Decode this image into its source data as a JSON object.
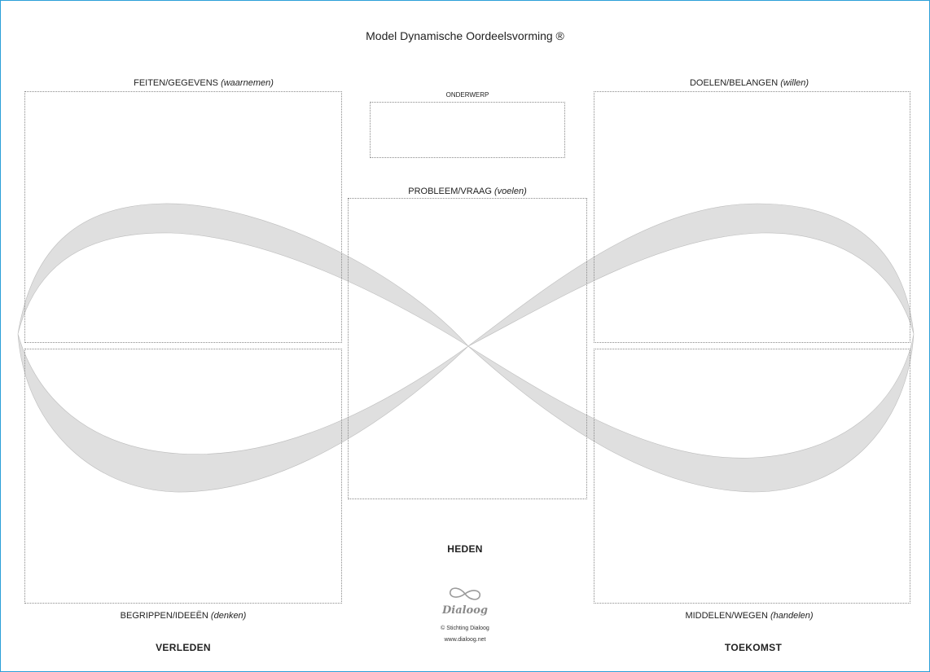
{
  "title": "Model Dynamische Oordeelsvorming ®",
  "quadrants": {
    "top_left": {
      "main": "FEITEN/GEGEVENS",
      "sub": "(waarnemen)"
    },
    "top_right": {
      "main": "DOELEN/BELANGEN",
      "sub": "(willen)"
    },
    "bottom_left": {
      "main": "BEGRIPPEN/IDEEËN",
      "sub": "(denken)"
    },
    "bottom_right": {
      "main": "MIDDELEN/WEGEN",
      "sub": "(handelen)"
    }
  },
  "center": {
    "subject": "ONDERWERP",
    "problem_main": "PROBLEEM/VRAAG",
    "problem_sub": "(voelen)"
  },
  "time": {
    "past": "VERLEDEN",
    "present": "HEDEN",
    "future": "TOEKOMST"
  },
  "logo": {
    "name": "Dialoog",
    "copyright": "© Stichting Dialoog",
    "url": "www.dialoog.net",
    "icon": "infinity-icon"
  },
  "colors": {
    "frame": "#2b9fd8",
    "ribbon": "#d2d2d2",
    "box_border": "#8a8a8a"
  }
}
